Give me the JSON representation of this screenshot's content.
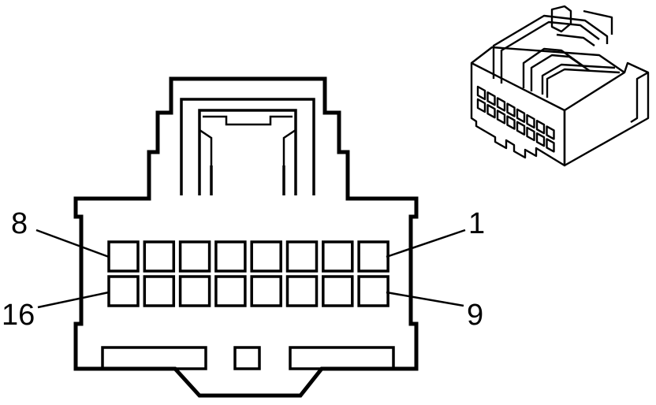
{
  "pin_labels": {
    "top_left": "8",
    "top_right": "1",
    "bottom_left": "16",
    "bottom_right": "9"
  },
  "cavities": {
    "columns": 8,
    "rows": 2
  },
  "ink_color": "#000000",
  "background_color": "#ffffff"
}
